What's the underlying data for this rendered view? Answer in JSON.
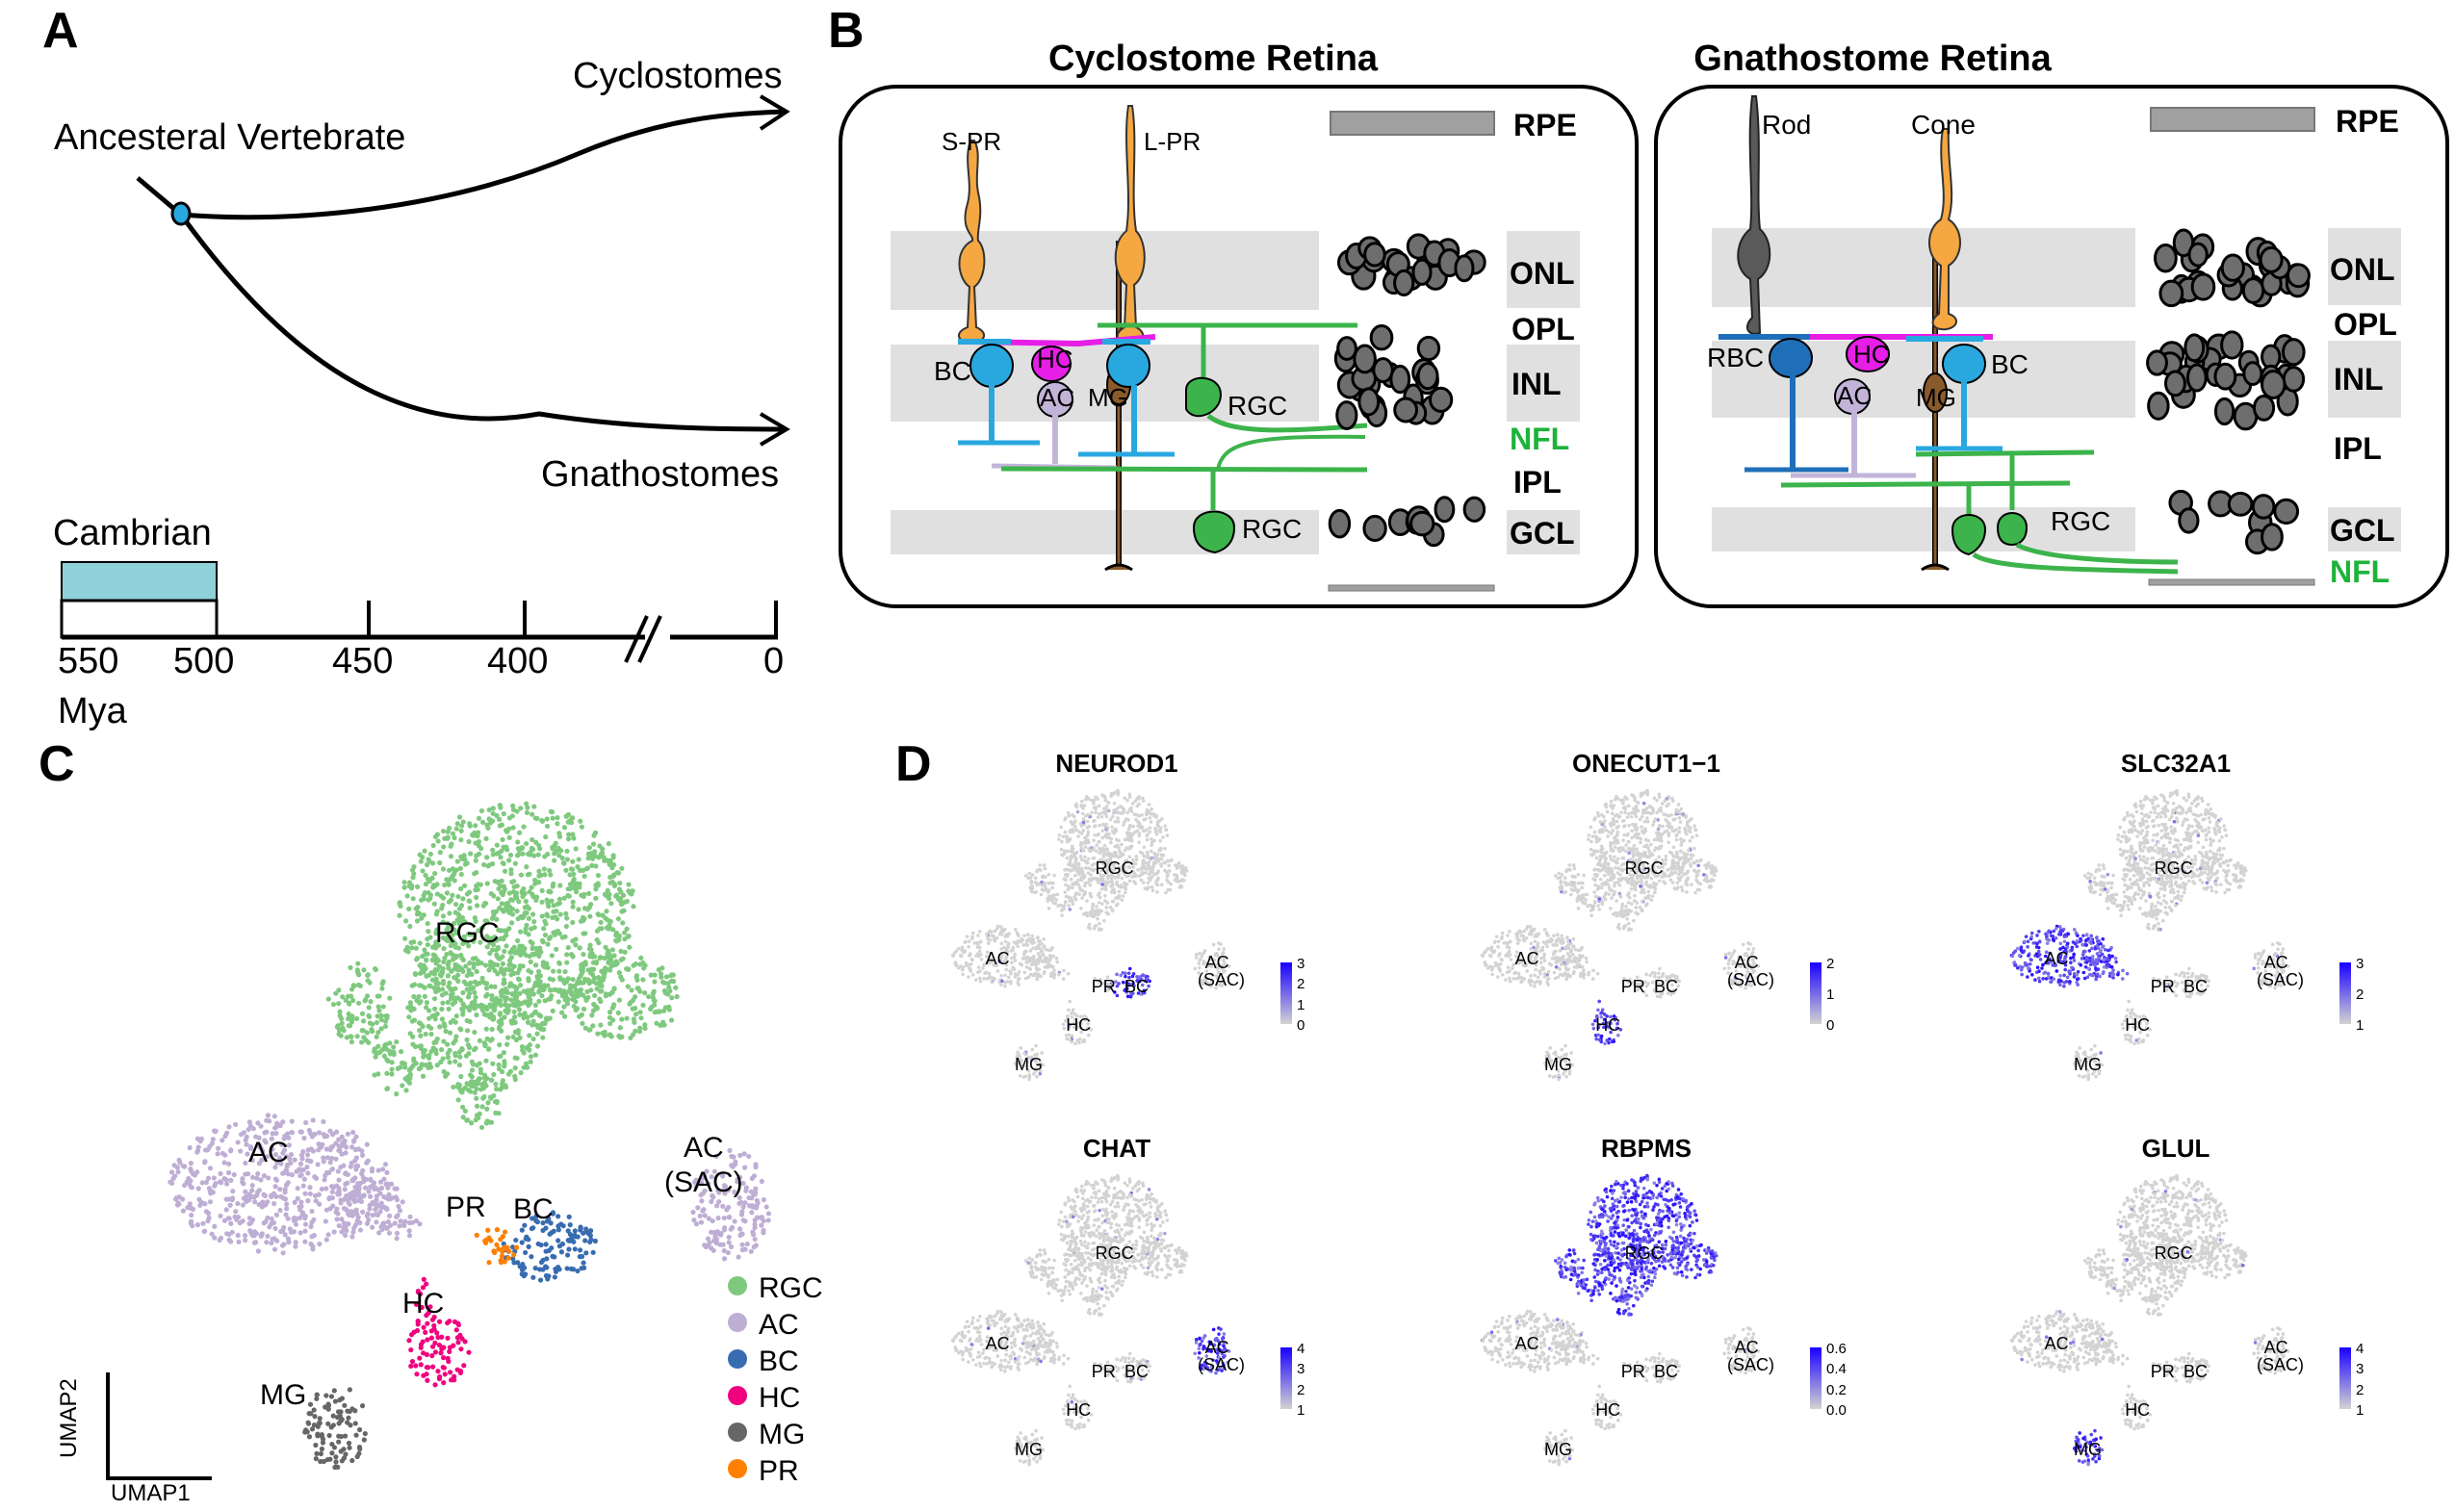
{
  "panels": {
    "A": {
      "letter": "A",
      "ancestor_label": "Ancesteral Vertebrate",
      "branch_top_label": "Cyclostomes",
      "branch_bottom_label": "Gnathostomes",
      "node_color": "#29a8e0",
      "timeline": {
        "period_label": "Cambrian",
        "period_color": "#8fd1d9",
        "period_range_mya": [
          550,
          500
        ],
        "ticks": [
          "550",
          "500",
          "450",
          "400",
          "0"
        ],
        "tick_values_mya": [
          550,
          500,
          450,
          400,
          0
        ],
        "unit_label": "Mya",
        "axis_break": true
      }
    },
    "B": {
      "letter": "B",
      "retinas": [
        {
          "title": "Cyclostome Retina",
          "cell_labels": {
            "pr_short": "S-PR",
            "pr_long": "L-PR",
            "bc": "BC",
            "hc": "HC",
            "ac": "AC",
            "mg": "MG",
            "rgc_inl": "RGC",
            "rgc_gcl": "RGC"
          },
          "layers": [
            "RPE",
            "ONL",
            "OPL",
            "INL",
            "NFL",
            "IPL",
            "GCL"
          ],
          "highlight_layer": "NFL"
        },
        {
          "title": "Gnathostome Retina",
          "cell_labels": {
            "rod": "Rod",
            "cone": "Cone",
            "rbc": "RBC",
            "hc": "HC",
            "bc": "BC",
            "ac": "AC",
            "mg": "MG",
            "rgc": "RGC"
          },
          "layers": [
            "RPE",
            "ONL",
            "OPL",
            "INL",
            "IPL",
            "GCL",
            "NFL"
          ],
          "highlight_layer": "NFL"
        }
      ],
      "colors": {
        "photoreceptor": "#f5a742",
        "rod": "#5a5a5a",
        "bipolar": "#29a8e0",
        "rod_bipolar": "#1f6fb8",
        "horizontal": "#e61ee6",
        "amacrine": "#c2b4d9",
        "muller_glia": "#8b5a2b",
        "ganglion": "#3cb44b",
        "layer_band": "#e0e0e0",
        "nucleus": "#6e6e6e",
        "rpe": "#a0a0a0",
        "nfl_text": "#1db33a"
      }
    },
    "C": {
      "letter": "C",
      "axis_x": "UMAP1",
      "axis_y": "UMAP2",
      "cluster_labels": [
        "RGC",
        "AC",
        "AC\n(SAC)",
        "PR",
        "BC",
        "HC",
        "MG"
      ],
      "sac_label_line1": "AC",
      "sac_label_line2": "(SAC)",
      "legend": [
        {
          "label": "RGC",
          "color": "#7fc97f"
        },
        {
          "label": "AC",
          "color": "#beaed4"
        },
        {
          "label": "BC",
          "color": "#386cb0"
        },
        {
          "label": "HC",
          "color": "#f0027f"
        },
        {
          "label": "MG",
          "color": "#666666"
        },
        {
          "label": "PR",
          "color": "#ff7f00"
        }
      ]
    },
    "D": {
      "letter": "D",
      "low_color": "#d3d3d3",
      "high_color": "#1a00ff",
      "plots": [
        {
          "gene": "NEUROD1",
          "scale_ticks": [
            "3",
            "2",
            "1",
            "0"
          ],
          "scale_max": 3,
          "scale_min": 0,
          "high_cluster": "BC"
        },
        {
          "gene": "ONECUT1−1",
          "scale_ticks": [
            "2",
            "1",
            "0"
          ],
          "scale_max": 2,
          "scale_min": 0,
          "high_cluster": "HC"
        },
        {
          "gene": "SLC32A1",
          "scale_ticks": [
            "3",
            "2",
            "1"
          ],
          "scale_max": 3,
          "scale_min": 1,
          "high_cluster": "AC"
        },
        {
          "gene": "CHAT",
          "scale_ticks": [
            "4",
            "3",
            "2",
            "1"
          ],
          "scale_max": 4,
          "scale_min": 1,
          "high_cluster": "SAC"
        },
        {
          "gene": "RBPMS",
          "scale_ticks": [
            "0.6",
            "0.4",
            "0.2",
            "0.0"
          ],
          "scale_max": 0.6,
          "scale_min": 0.0,
          "high_cluster": "RGC"
        },
        {
          "gene": "GLUL",
          "scale_ticks": [
            "4",
            "3",
            "2",
            "1"
          ],
          "scale_max": 4,
          "scale_min": 1,
          "high_cluster": "MG"
        }
      ],
      "cluster_labels": {
        "rgc": "RGC",
        "ac": "AC",
        "sac1": "AC",
        "sac2": "(SAC)",
        "pr": "PR",
        "bc": "BC",
        "hc": "HC",
        "mg": "MG"
      }
    }
  }
}
